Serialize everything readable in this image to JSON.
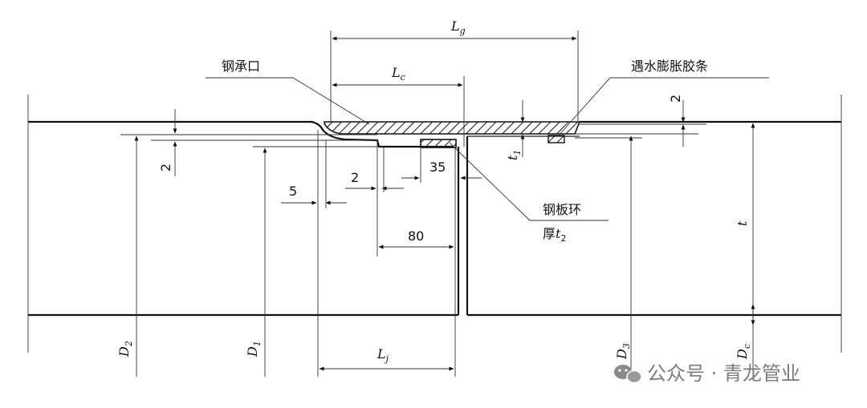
{
  "labels": {
    "steel_socket": "钢承口",
    "swelling_strip": "遇水膨胀胶条",
    "steel_ring": "钢板环",
    "thickness": "厚",
    "t2_sub": "2"
  },
  "dimensions": {
    "lg": "L",
    "lg_sub": "g",
    "lc": "L",
    "lc_sub": "c",
    "lj": "L",
    "lj_sub": "j",
    "d1": "D",
    "d1_sub": "1",
    "d2": "D",
    "d2_sub": "2",
    "d3": "D",
    "d3_sub": "3",
    "dc": "D",
    "dc_sub": "c",
    "t1": "t",
    "t1_sub": "1",
    "t": "t",
    "val_2_top": "2",
    "val_2_left": "2",
    "val_2_mid": "2",
    "val_5": "5",
    "val_35": "35",
    "val_80": "80"
  },
  "watermark": {
    "text": "公众号 · 青龙管业",
    "icon": "wechat-icon"
  }
}
